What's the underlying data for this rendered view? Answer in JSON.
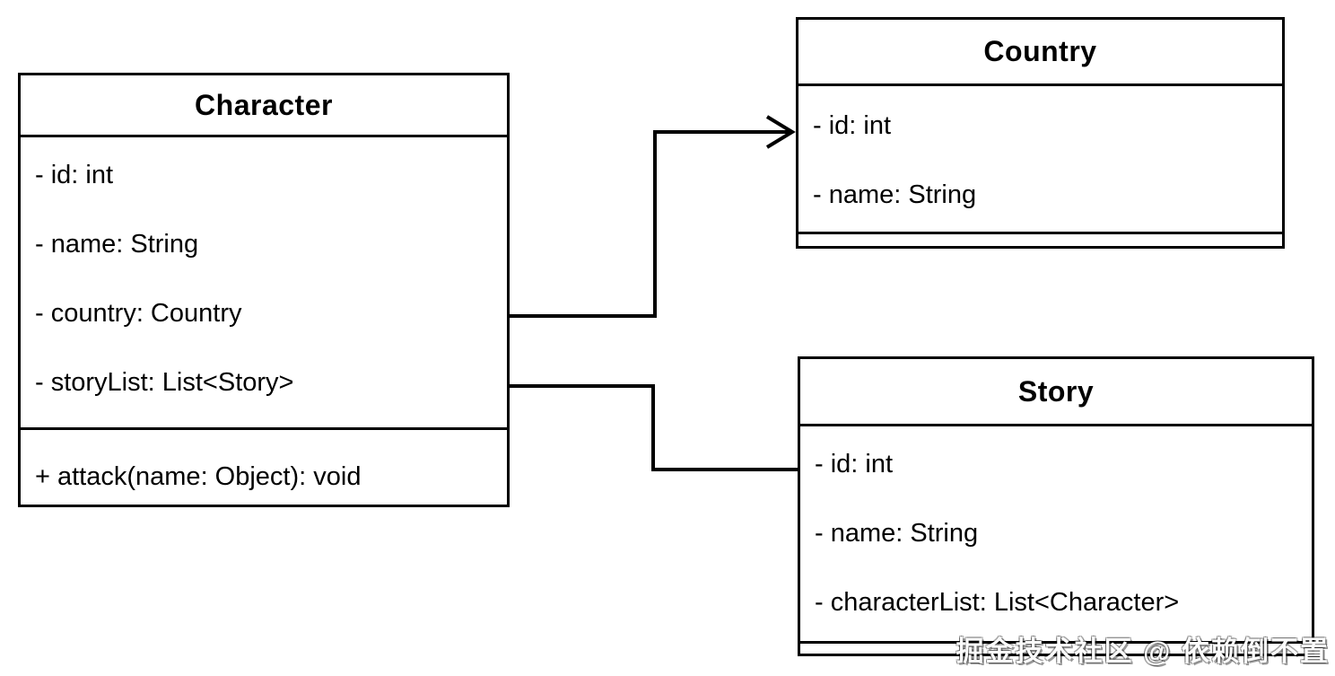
{
  "diagram": {
    "type": "uml-class-diagram",
    "background": "#ffffff",
    "line_color": "#000000",
    "text_color": "#000000"
  },
  "classes": {
    "character": {
      "name": "Character",
      "attributes": [
        "- id: int",
        "- name: String",
        "- country: Country",
        "- storyList: List<Story>"
      ],
      "methods": [
        "+ attack(name: Object): void"
      ]
    },
    "country": {
      "name": "Country",
      "attributes": [
        "- id: int",
        "- name: String"
      ],
      "methods": []
    },
    "story": {
      "name": "Story",
      "attributes": [
        "- id: int",
        "- name: String",
        "- characterList: List<Character>"
      ],
      "methods": []
    }
  },
  "relationships": [
    {
      "from": "Character",
      "to": "Country",
      "type": "directed-association",
      "arrowhead": "open-arrow"
    },
    {
      "from": "Character",
      "to": "Story",
      "type": "association",
      "arrowhead": "none"
    }
  ],
  "watermark": {
    "text": "掘金技术社区 @ 依赖倒不置",
    "fill": "#fbfbfb"
  }
}
